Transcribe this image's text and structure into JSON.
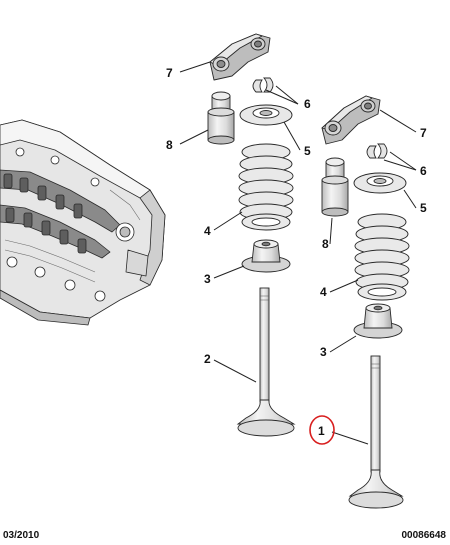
{
  "colors": {
    "outline": "#2a2a2a",
    "metal_light": "#f1f1f1",
    "metal_mid": "#d6d6d6",
    "metal_dark": "#9c9c9c",
    "leader": "#222222",
    "highlight_circle": "#d81e1e"
  },
  "callouts": {
    "left": {
      "rocker_arm": "7",
      "keepers": "6",
      "lifter": "8",
      "spring_retainer": "5",
      "valve_spring": "4",
      "spring_seat": "3",
      "valve": "2"
    },
    "right": {
      "rocker_arm": "7",
      "keepers": "6",
      "lifter": "8",
      "spring_retainer": "5",
      "valve_spring": "4",
      "spring_seat": "3",
      "valve": "1"
    }
  },
  "highlighted_callout": "1",
  "footer": {
    "date": "03/2010",
    "reference": "00086648"
  }
}
